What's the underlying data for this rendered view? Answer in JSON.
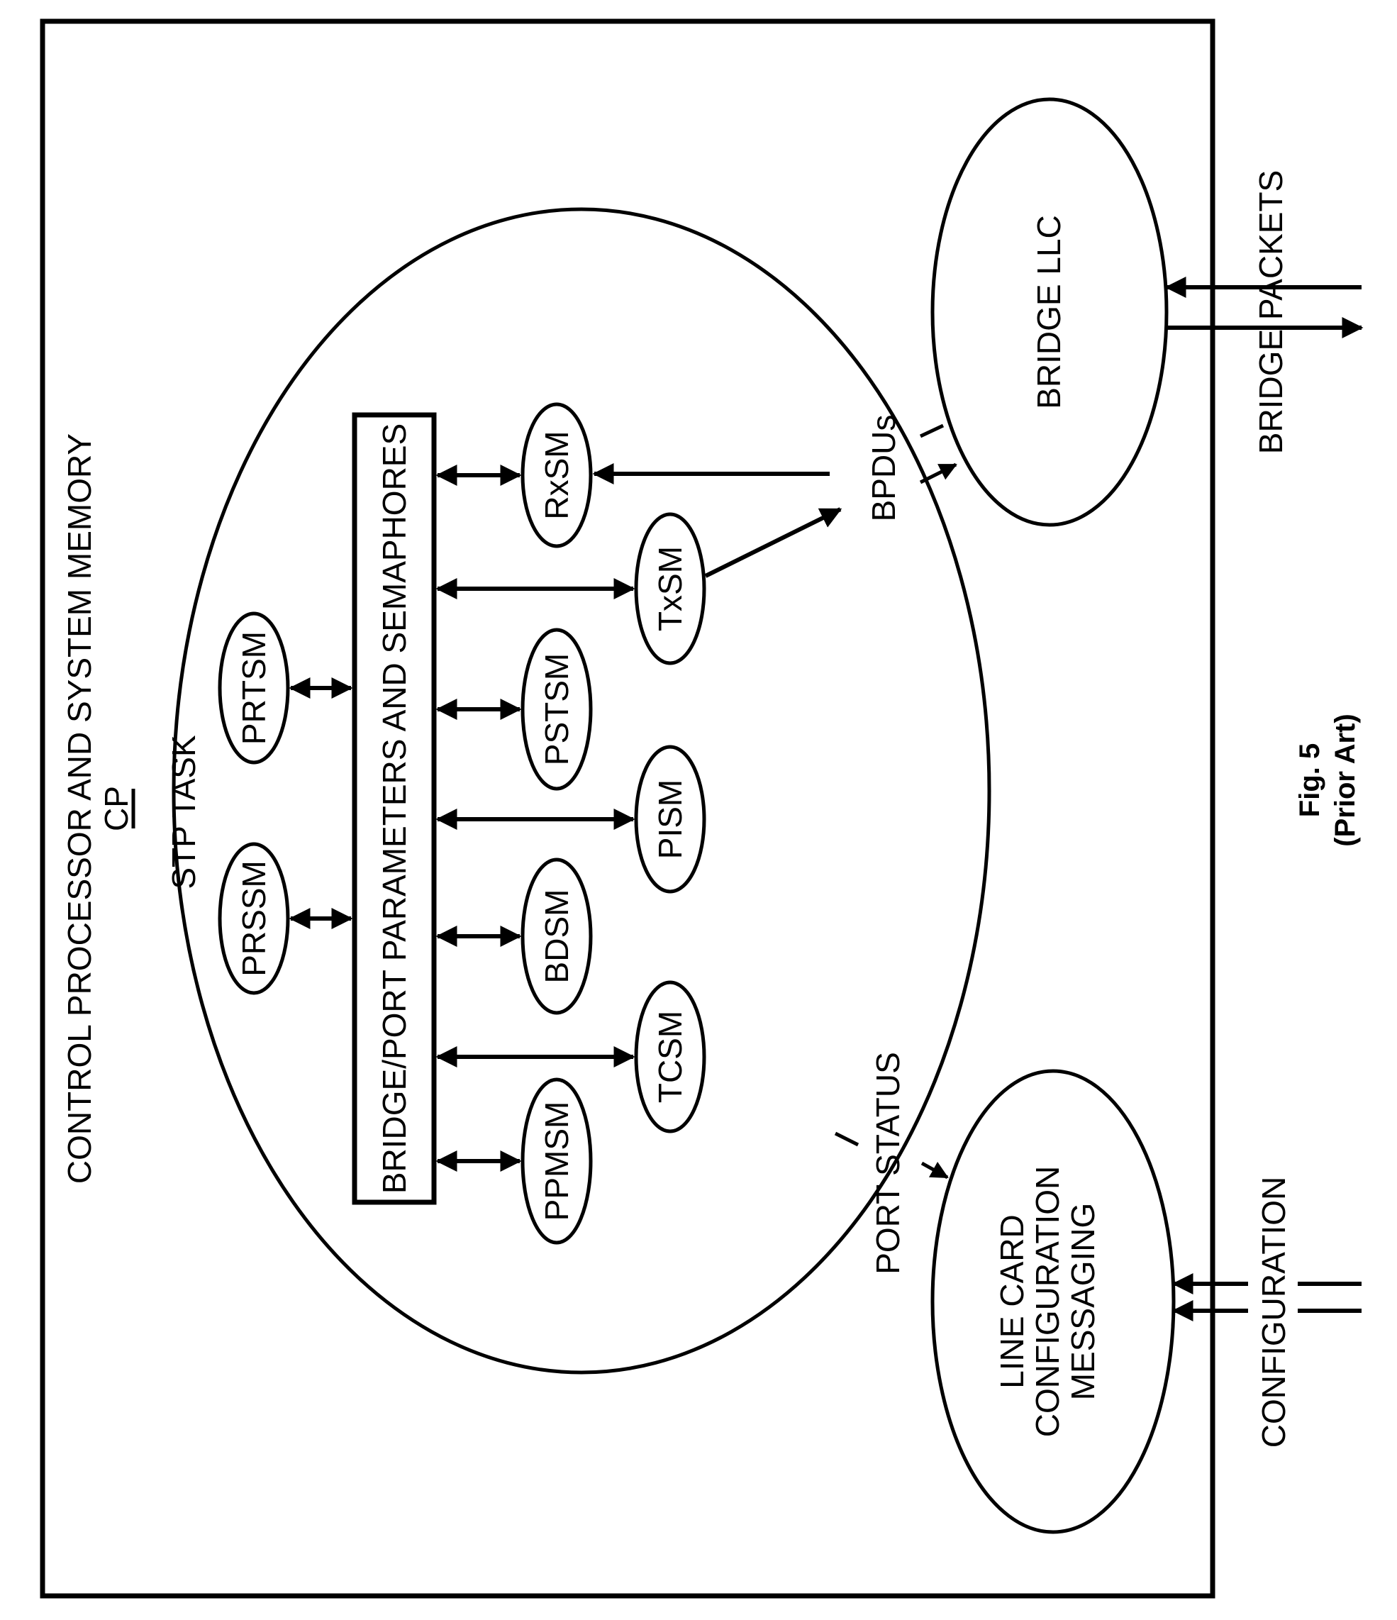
{
  "outer_box": {
    "title": "CONTROL PROCESSOR AND SYSTEM MEMORY",
    "ref": "CP"
  },
  "stp_task": {
    "label": "STP TASK",
    "parameters_box": "BRIDGE/PORT PARAMETERS AND SEMAPHORES",
    "state_machines": {
      "prssm": "PRSSM",
      "prtsm": "PRTSM",
      "ppmsm": "PPMSM",
      "bdsm": "BDSM",
      "pstsm": "PSTSM",
      "rxsm": "RxSM",
      "tcsm": "TCSM",
      "pism": "PISM",
      "txsm": "TxSM"
    }
  },
  "line_card": {
    "line1": "LINE CARD",
    "line2": "CONFIGURATION",
    "line3": "MESSAGING"
  },
  "bridge_llc": {
    "label": "BRIDGE LLC"
  },
  "flows": {
    "port_status": "PORT STATUS",
    "bpdus": "BPDUs",
    "configuration": "CONFIGURATION",
    "bridge_packets": "BRIDGE PACKETS"
  },
  "caption": {
    "fig": "Fig. 5",
    "note": "(Prior Art)"
  }
}
